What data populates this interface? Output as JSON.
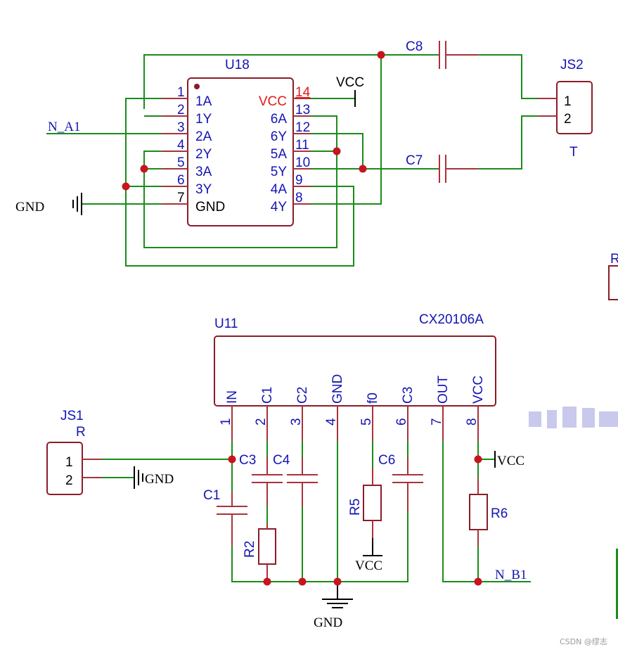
{
  "u18": {
    "ref": "U18",
    "left_pins": [
      {
        "num": "1",
        "name": "1A"
      },
      {
        "num": "2",
        "name": "1Y"
      },
      {
        "num": "3",
        "name": "2A"
      },
      {
        "num": "4",
        "name": "2Y"
      },
      {
        "num": "5",
        "name": "3A"
      },
      {
        "num": "6",
        "name": "3Y"
      },
      {
        "num": "7",
        "name": "GND"
      }
    ],
    "right_pins": [
      {
        "num": "14",
        "name": "VCC"
      },
      {
        "num": "13",
        "name": "6A"
      },
      {
        "num": "12",
        "name": "6Y"
      },
      {
        "num": "11",
        "name": "5A"
      },
      {
        "num": "10",
        "name": "5Y"
      },
      {
        "num": "9",
        "name": "4A"
      },
      {
        "num": "8",
        "name": "4Y"
      }
    ]
  },
  "u11": {
    "ref": "U11",
    "part": "CX20106A",
    "pins": [
      {
        "num": "1",
        "name": "IN"
      },
      {
        "num": "2",
        "name": "C1"
      },
      {
        "num": "3",
        "name": "C2"
      },
      {
        "num": "4",
        "name": "GND"
      },
      {
        "num": "5",
        "name": "f0"
      },
      {
        "num": "6",
        "name": "C3"
      },
      {
        "num": "7",
        "name": "OUT"
      },
      {
        "num": "8",
        "name": "VCC"
      }
    ]
  },
  "js2": {
    "ref": "JS2",
    "value": "T",
    "pins": [
      "1",
      "2"
    ]
  },
  "js1": {
    "ref": "JS1",
    "value": "R",
    "pins": [
      "1",
      "2"
    ]
  },
  "labels": {
    "c8": "C8",
    "c7": "C7",
    "c1": "C1",
    "c3": "C3",
    "c4": "C4",
    "c6": "C6",
    "r2": "R2",
    "r5": "R5",
    "r6": "R6",
    "vcc": "VCC",
    "gnd": "GND",
    "net_a1": "N_A1",
    "net_b1": "N_B1",
    "partial_r": "R"
  },
  "watermark": "CSDN @缪志"
}
